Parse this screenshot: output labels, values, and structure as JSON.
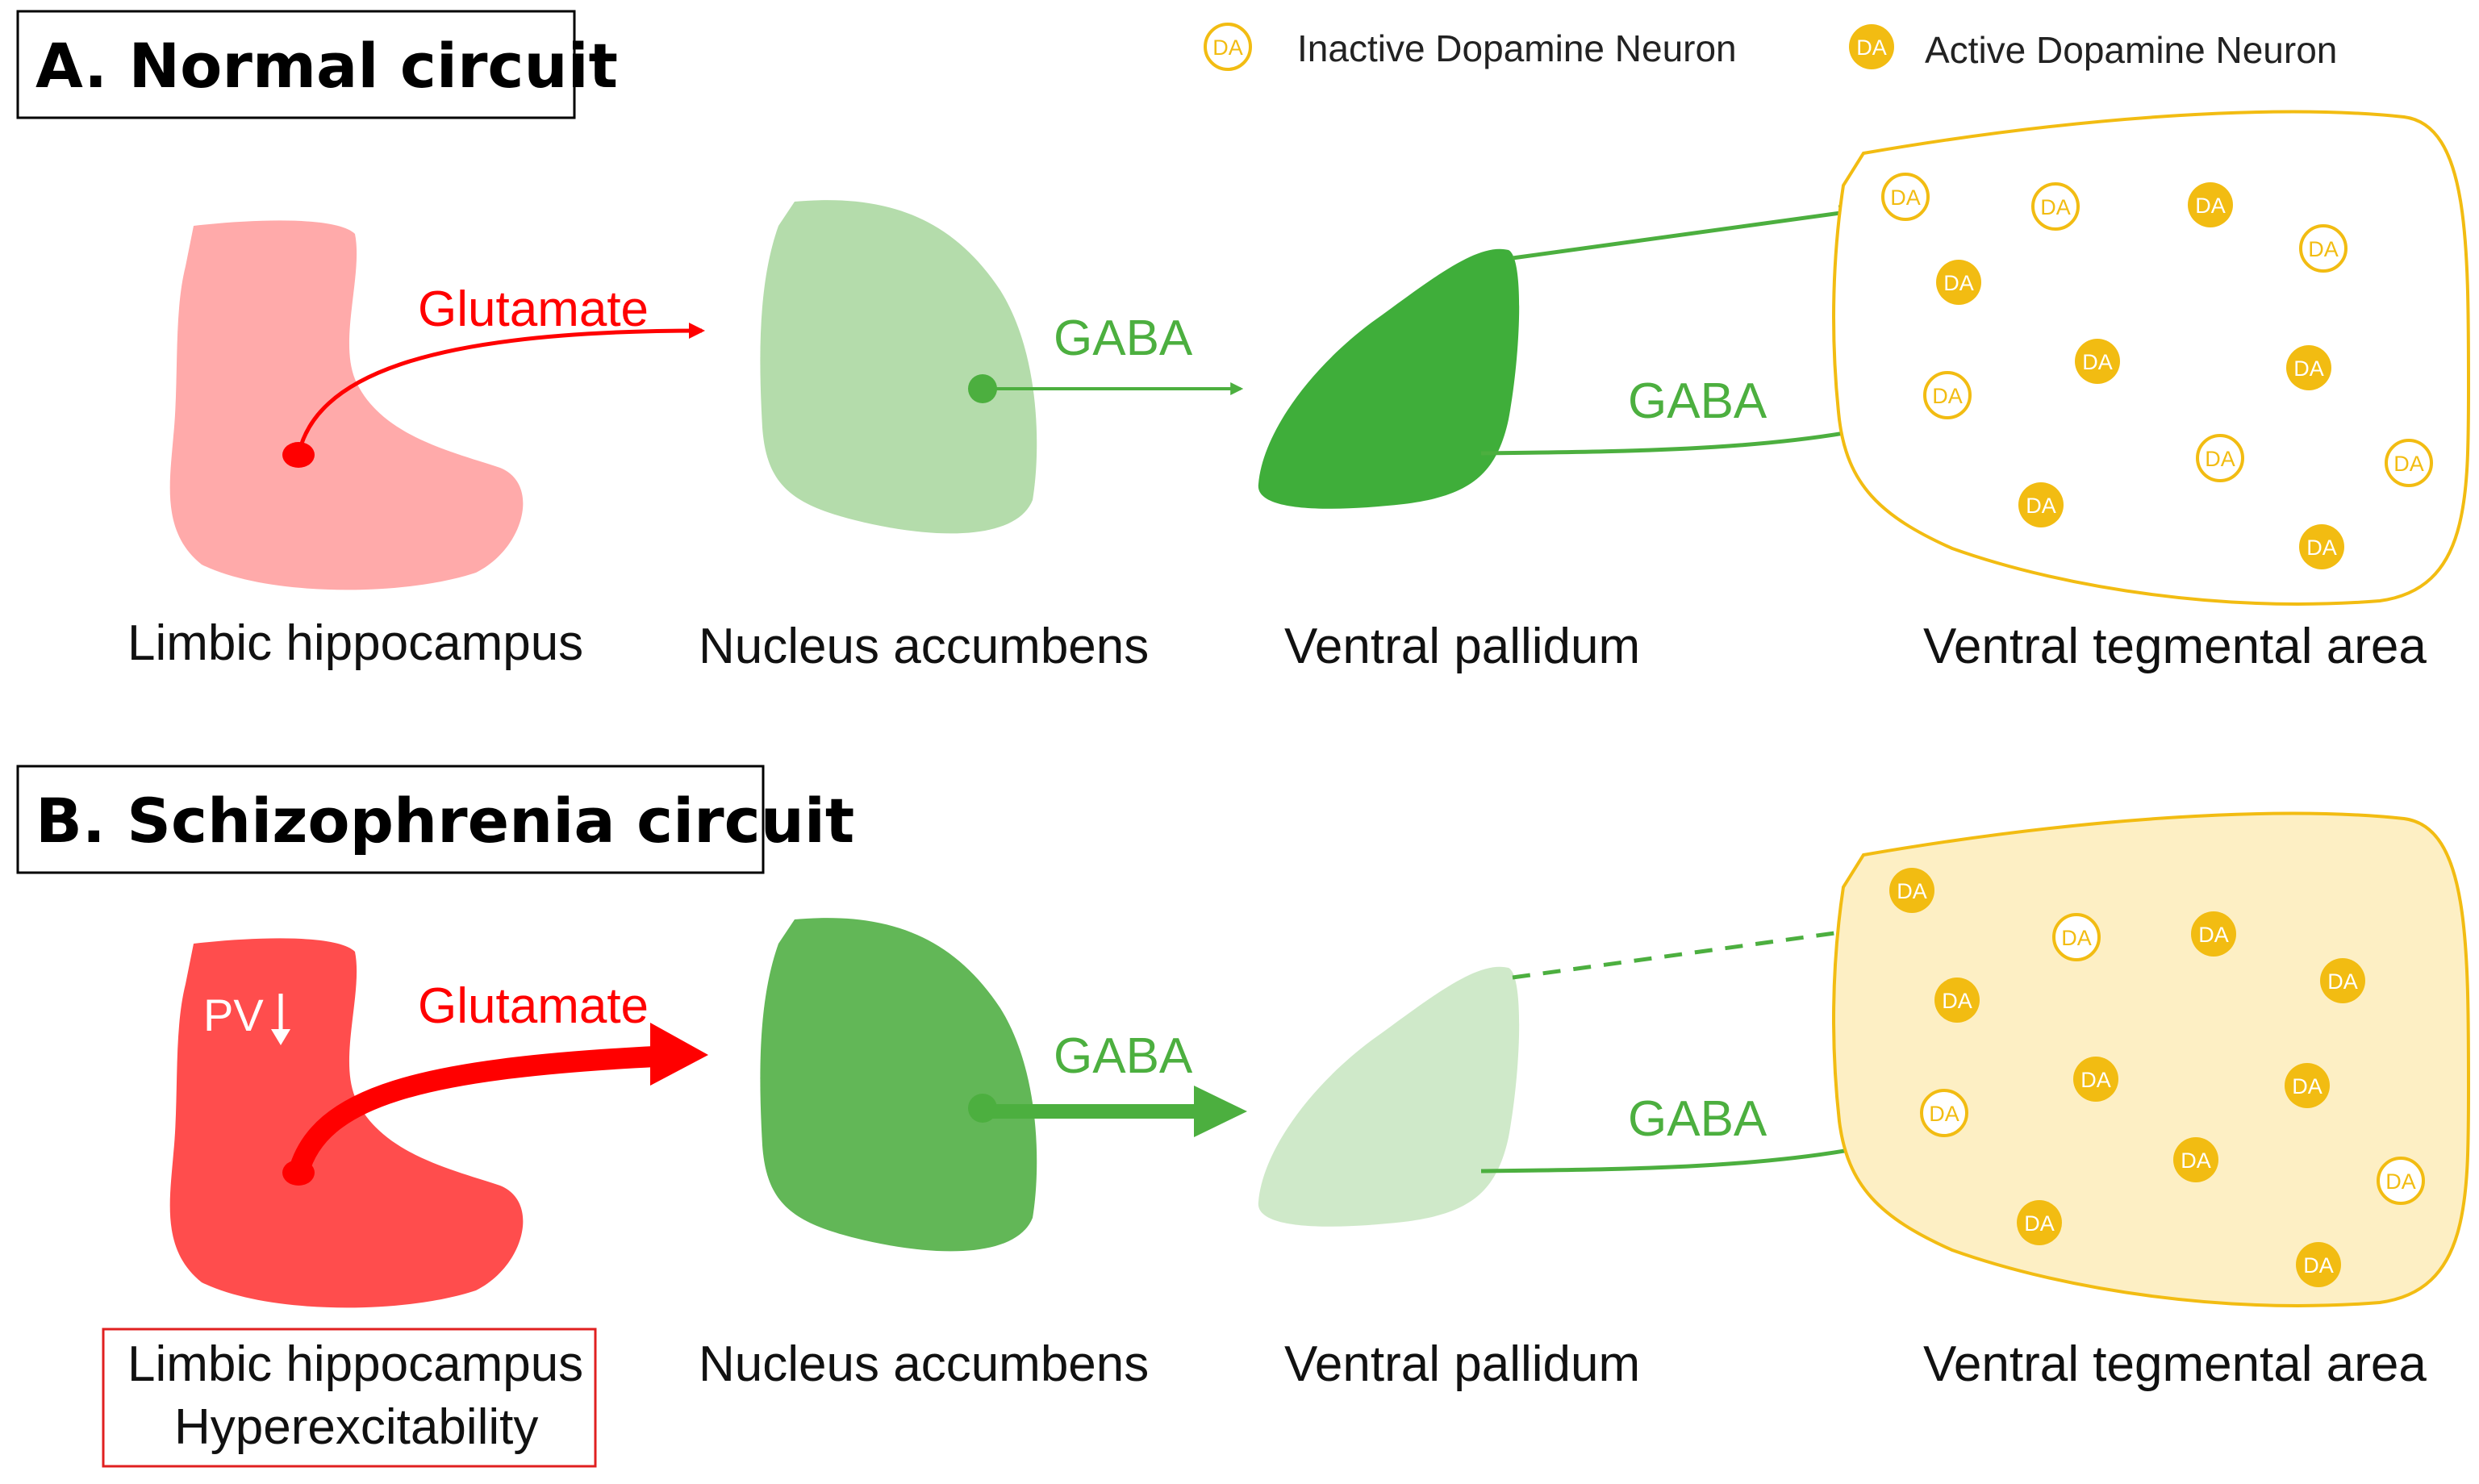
{
  "legend": {
    "inactive_label": "Inactive Dopamine Neuron",
    "active_label": "Active Dopamine Neuron",
    "da_text": "DA"
  },
  "panel_a": {
    "title": "A. Normal circuit",
    "neurotransmitter_1": "Glutamate",
    "neurotransmitter_2": "GABA",
    "neurotransmitter_3": "GABA",
    "regions": [
      "Limbic hippocampus",
      "Nucleus accumbens",
      "Ventral pallidum",
      "Ventral tegmental area"
    ]
  },
  "panel_b": {
    "title": "B. Schizophrenia circuit",
    "pv_label": "PV",
    "neurotransmitter_1": "Glutamate",
    "neurotransmitter_2": "GABA",
    "neurotransmitter_3": "GABA",
    "hippocampus_box_line1": "Limbic hippocampus",
    "hippocampus_box_line2": "Hyperexcitability",
    "regions": [
      "Nucleus accumbens",
      "Ventral pallidum",
      "Ventral tegmental area"
    ]
  },
  "colors": {
    "hippocampus_normal": "#ffaaaa",
    "hippocampus_schizo": "#ff4d4d",
    "glutamate": "#ff0000",
    "green_light": "#b4dcab",
    "green_mid": "#62b757",
    "green_dark": "#3fae3a",
    "gaba_arrow": "#4caf3f",
    "da_yellow": "#f2bc12",
    "vta_fill_schizo": "#fdefc4"
  },
  "vta_a_neurons": [
    {
      "state": "inactive"
    },
    {
      "state": "inactive"
    },
    {
      "state": "active"
    },
    {
      "state": "inactive"
    },
    {
      "state": "active"
    },
    {
      "state": "active"
    },
    {
      "state": "active"
    },
    {
      "state": "inactive"
    },
    {
      "state": "inactive"
    },
    {
      "state": "inactive"
    },
    {
      "state": "active"
    },
    {
      "state": "active"
    }
  ],
  "vta_b_neurons": [
    {
      "state": "active"
    },
    {
      "state": "inactive"
    },
    {
      "state": "active"
    },
    {
      "state": "active"
    },
    {
      "state": "active"
    },
    {
      "state": "active"
    },
    {
      "state": "active"
    },
    {
      "state": "inactive"
    },
    {
      "state": "active"
    },
    {
      "state": "inactive"
    },
    {
      "state": "active"
    },
    {
      "state": "active"
    }
  ]
}
